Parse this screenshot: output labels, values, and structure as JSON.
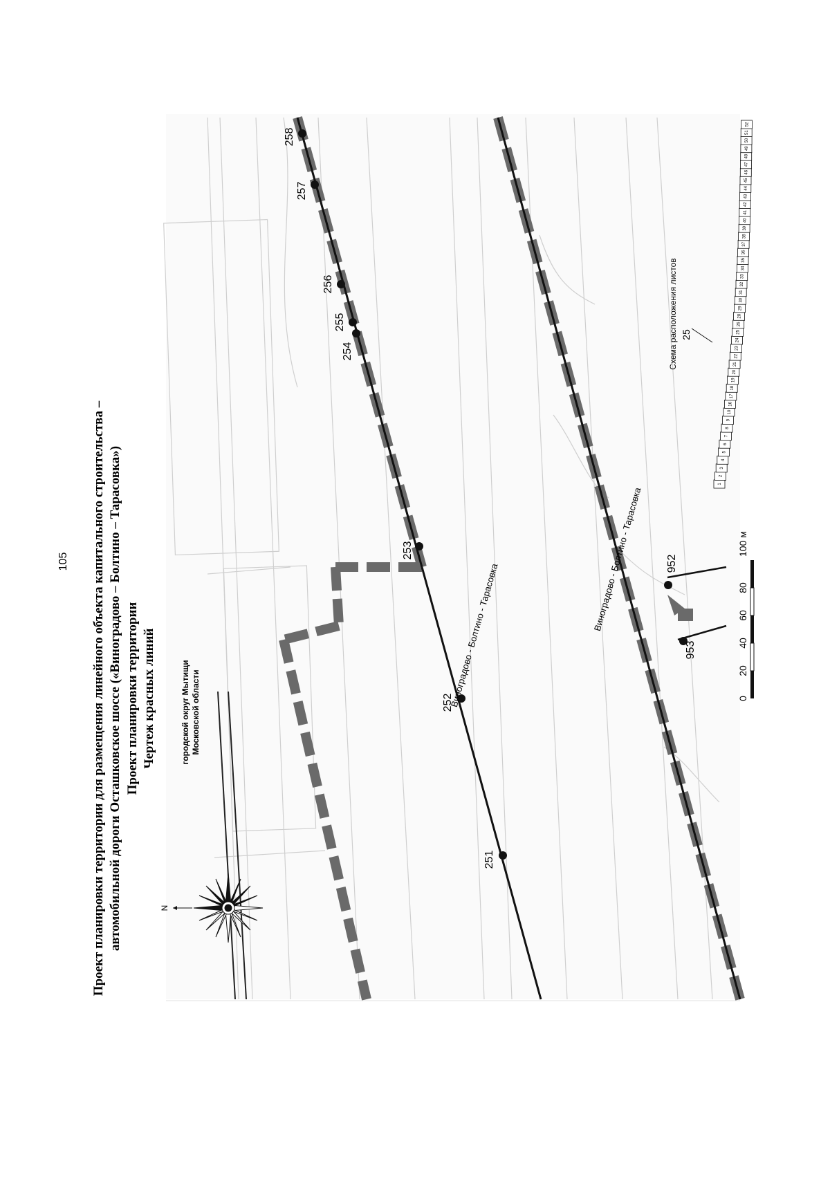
{
  "page": {
    "number": "105"
  },
  "title": {
    "line1": "Проект планировки территории для размещения линейного объекта капитального строительства –",
    "line2": "автомобильной дороги Осташковское шоссе («Виноградово – Болтино – Тарасовка»)",
    "line3": "Проект планировки территории",
    "line4": "Чертеж красных линий"
  },
  "map": {
    "north_label": "N",
    "district_label_line1": "городской округ Мытищи",
    "district_label_line2": "Московской области",
    "road_label_upper": "Виноградово - Болтино - Тарасовка",
    "road_label_lower": "Виноградово - Болтино - Тарасовка",
    "points": [
      {
        "id": "p251",
        "label": "251"
      },
      {
        "id": "p252",
        "label": "252"
      },
      {
        "id": "p253",
        "label": "253"
      },
      {
        "id": "p254",
        "label": "254"
      },
      {
        "id": "p255",
        "label": "255"
      },
      {
        "id": "p256",
        "label": "256"
      },
      {
        "id": "p257",
        "label": "257"
      },
      {
        "id": "p258",
        "label": "258"
      },
      {
        "id": "p952",
        "label": "952"
      },
      {
        "id": "p953",
        "label": "953"
      }
    ],
    "colors": {
      "red_line": "#111111",
      "dashed_line": "#6a6a6a",
      "basemap": "#cfcfcf"
    }
  },
  "scale_bar": {
    "ticks": [
      "0",
      "20",
      "40",
      "60",
      "80",
      "100 м"
    ]
  },
  "sheet_scheme": {
    "title": "Схема расположения листов",
    "current_sheet": "25",
    "sheets": [
      "1",
      "2",
      "3",
      "4",
      "5",
      "6",
      "7",
      "8",
      "9",
      "10",
      "16",
      "17",
      "18",
      "19",
      "20",
      "21",
      "22",
      "23",
      "24",
      "25",
      "26",
      "28",
      "29",
      "30",
      "31",
      "32",
      "33",
      "34",
      "35",
      "36",
      "37",
      "38",
      "39",
      "40",
      "41",
      "42",
      "43",
      "44",
      "45",
      "46",
      "47",
      "48",
      "49",
      "50",
      "51",
      "52"
    ]
  }
}
